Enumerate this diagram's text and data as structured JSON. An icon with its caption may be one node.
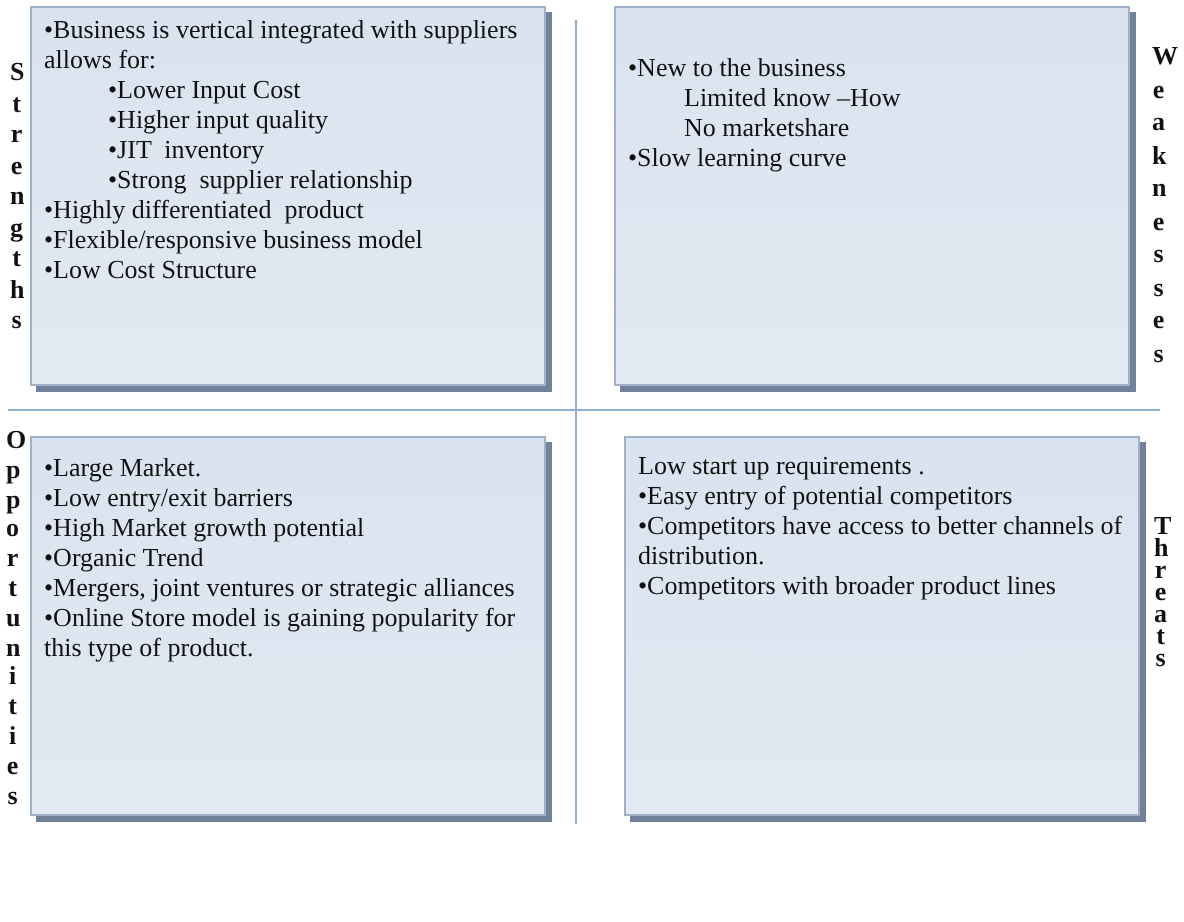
{
  "diagram": {
    "nodes": [
      {
        "text": [
          "Strengths",
          "•Business is vertical integrated with suppliers allows for:",
          "•Lower Input Cost",
          "•Higher input quality",
          "•JIT  inventory",
          "•Strong  supplier relationship",
          "•Highly differentiated  product",
          "•Flexible/responsive business model",
          "•Low Cost Structure"
        ]
      },
      {
        "text": [
          "•New to the business",
          "Limited know –How",
          "No marketshare",
          "•Slow learning curve",
          "Weaknesses"
        ]
      },
      {
        "text": [
          "Opportunities",
          "•Large Market.",
          "•Low entry/exit barriers",
          "•High Market growth potential",
          "•Organic Trend",
          "•Mergers, joint ventures or strategic alliances",
          "•Online Store model is gaining popularity for this type of product."
        ]
      },
      {
        "text": [
          "Low start up requirements .",
          "•Easy entry of potential competitors",
          "•Competitors have access to better channels of distribution.",
          "•Competitors with broader product lines",
          "Threats"
        ]
      }
    ]
  }
}
